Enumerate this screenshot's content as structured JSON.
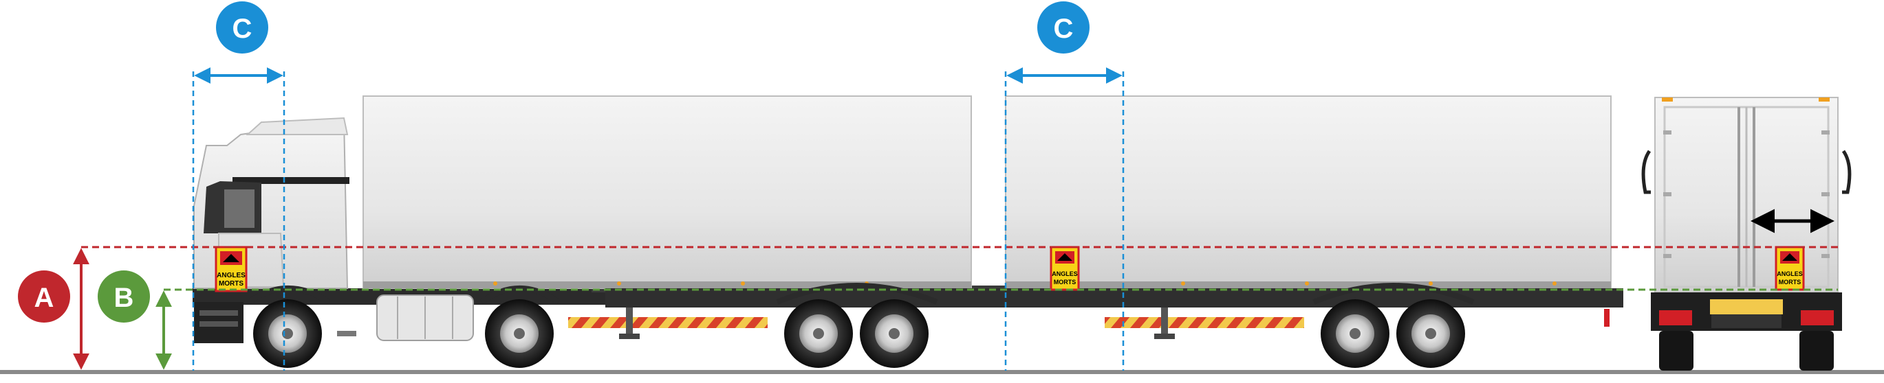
{
  "markers": {
    "a_label": "A",
    "b_label": "B",
    "c_label": "C"
  },
  "sign": {
    "line1": "ANGLES",
    "line2": "MORTS"
  },
  "colors": {
    "a_color": "#c0272d",
    "b_color": "#5b9a3c",
    "c_color": "#1a8fd6",
    "ground": "#8a8a8a",
    "sign_yellow": "#f7d417",
    "sign_red": "#d21f26"
  },
  "icons": {
    "width_arrow": "double-headed-arrow"
  }
}
